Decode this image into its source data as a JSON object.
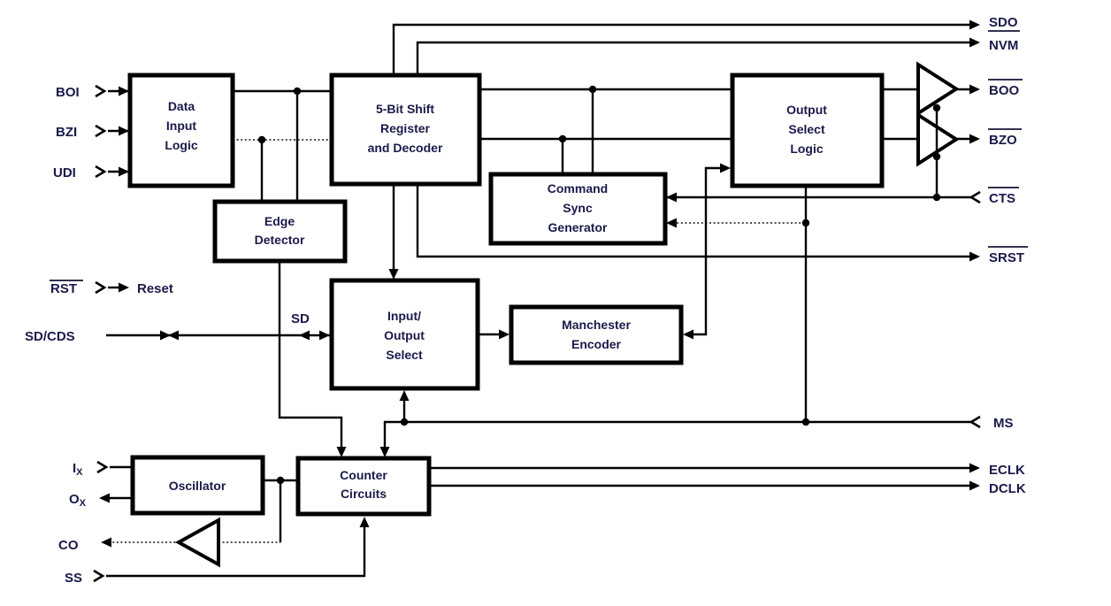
{
  "colors": {
    "line": "#000000",
    "text": "#1a1a4a",
    "background": "#ffffff"
  },
  "blocks": {
    "data_input_logic": {
      "lines": [
        "Data",
        "Input",
        "Logic"
      ]
    },
    "shift_register": {
      "lines": [
        "5-Bit Shift",
        "Register",
        "and Decoder"
      ]
    },
    "edge_detector": {
      "lines": [
        "Edge",
        "Detector"
      ]
    },
    "command_sync_generator": {
      "lines": [
        "Command",
        "Sync",
        "Generator"
      ]
    },
    "output_select_logic": {
      "lines": [
        "Output",
        "Select",
        "Logic"
      ]
    },
    "input_output_select": {
      "lines": [
        "Input/",
        "Output",
        "Select"
      ]
    },
    "manchester_encoder": {
      "lines": [
        "Manchester",
        "Encoder"
      ]
    },
    "oscillator": {
      "lines": [
        "Oscillator"
      ]
    },
    "counter_circuits": {
      "lines": [
        "Counter",
        "Circuits"
      ]
    }
  },
  "pins": {
    "boi": {
      "label": "BOI"
    },
    "bzi": {
      "label": "BZI"
    },
    "udi": {
      "label": "UDI"
    },
    "rst": {
      "label": "RST",
      "overline": true,
      "note": "Reset"
    },
    "sd_cds": {
      "label": "SD/CDS"
    },
    "ix": {
      "base": "I",
      "sub": "X"
    },
    "ox": {
      "base": "O",
      "sub": "X"
    },
    "co": {
      "label": "CO"
    },
    "ss": {
      "label": "SS"
    },
    "sdo": {
      "label": "SDO",
      "underline": true
    },
    "nvm": {
      "label": "NVM"
    },
    "boo": {
      "label": "BOO",
      "overline": true
    },
    "bzo": {
      "label": "BZO",
      "overline": true
    },
    "cts": {
      "label": "CTS",
      "overline": true
    },
    "srst": {
      "label": "SRST",
      "overline": true
    },
    "ms": {
      "label": "MS"
    },
    "eclk": {
      "label": "ECLK"
    },
    "dclk": {
      "label": "DCLK"
    }
  },
  "nets": {
    "sd": "SD"
  }
}
